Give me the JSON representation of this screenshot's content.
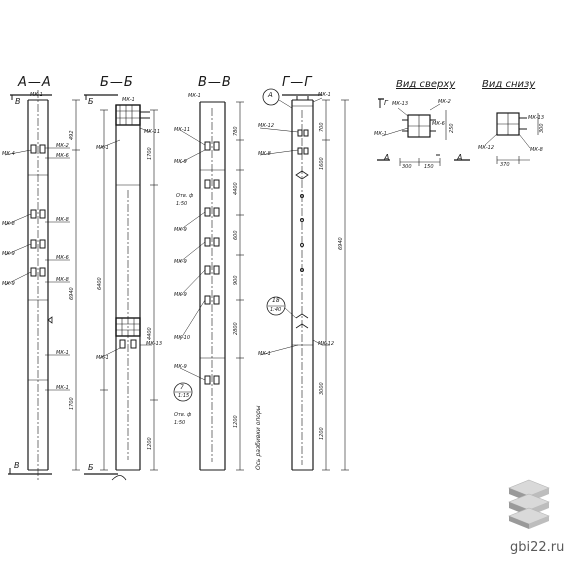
{
  "sections": {
    "aa": "А—А",
    "bb": "Б—Б",
    "vv": "В—В",
    "gg": "Г—Г"
  },
  "views": {
    "top": "Вид сверху",
    "bottom": "Вид снизу"
  },
  "marks": {
    "a": "A",
    "b": "Б",
    "v": "В",
    "g": "Г",
    "mk1": "МК-1",
    "mk2": "МК-2",
    "mk4": "МК-4",
    "mk6": "МК-6",
    "mk8": "МК-8",
    "mk9": "МК-9",
    "mk10": "МК-10",
    "mk11": "МК-11",
    "mk12": "МК-12",
    "mk13": "МК-13",
    "otv1": "Отв. ф",
    "otv_scale": "1:50",
    "callout7": "7",
    "callout7b": "1:15",
    "callout18": "18",
    "callout18b": "1:40",
    "callout_a": "A",
    "note": "Ось разбивки опоры"
  },
  "dims": {
    "d492": "492",
    "d780": "780",
    "d700": "700",
    "d1700": "1700",
    "d4400": "4400",
    "d600": "600",
    "d900": "900",
    "d6940": "6940",
    "d6400": "6400",
    "d2800": "2800",
    "d1700b": "1700",
    "d1200": "1200",
    "d3000": "3000",
    "d1600": "1600",
    "d300": "300",
    "d150": "150",
    "d1200b": "1200",
    "d370": "370",
    "d250": "250"
  },
  "watermark": {
    "site": "gbi22.ru"
  },
  "colors": {
    "ink": "#1a1a1a",
    "logo_top": "#d9d9d9",
    "logo_side": "#9a9a9a",
    "site": "#5a5a5a"
  }
}
